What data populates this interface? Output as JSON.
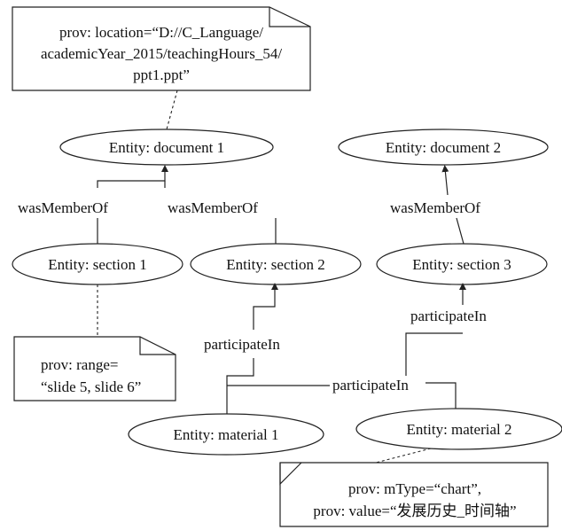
{
  "entities": {
    "document1": "Entity: document 1",
    "document2": "Entity: document 2",
    "section1": "Entity: section 1",
    "section2": "Entity: section 2",
    "section3": "Entity: section 3",
    "material1": "Entity: material 1",
    "material2": "Entity: material 2"
  },
  "edges": {
    "wasMemberOf_1": "wasMemberOf",
    "wasMemberOf_2": "wasMemberOf",
    "wasMemberOf_3": "wasMemberOf",
    "participateIn_1": "participateIn",
    "participateIn_2": "participateIn",
    "participateIn_3": "participateIn"
  },
  "notes": {
    "location": [
      "prov: location=“D://C_Language/",
      "academicYear_2015/teachingHours_54/",
      "ppt1.ppt”"
    ],
    "range": [
      "prov: range=",
      "“slide 5, slide 6”"
    ],
    "value": [
      "prov: mType=“chart”,",
      "prov: value=“发展历史_时间轴”"
    ]
  }
}
